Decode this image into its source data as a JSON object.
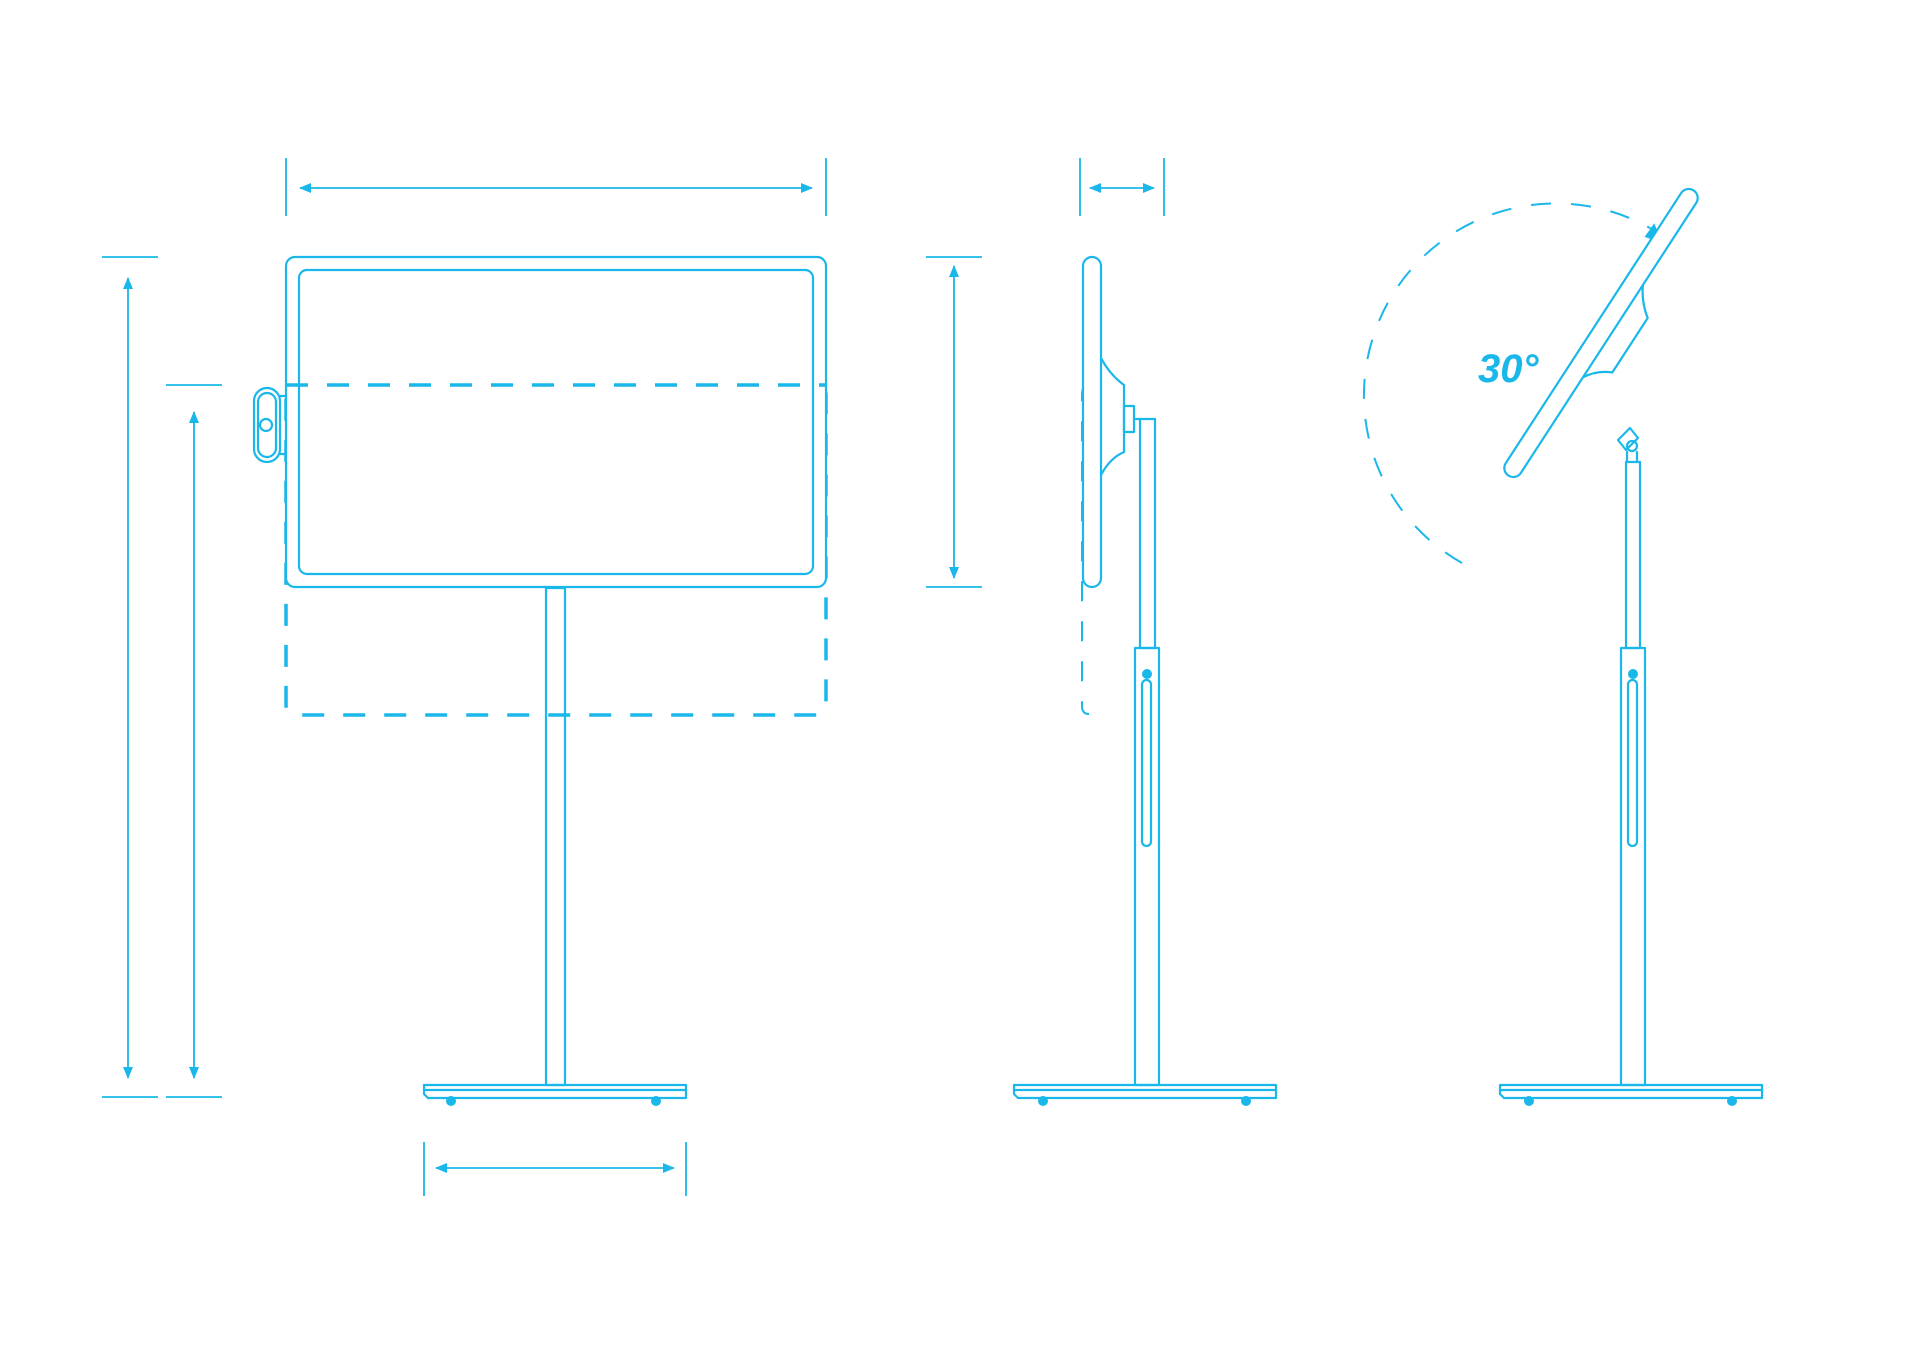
{
  "accent_color": "#1ab7ea",
  "annotations": {
    "tilt_angle": "30°"
  },
  "views": {
    "front": "front-view",
    "side": "side-view",
    "tilted": "tilted-view"
  }
}
